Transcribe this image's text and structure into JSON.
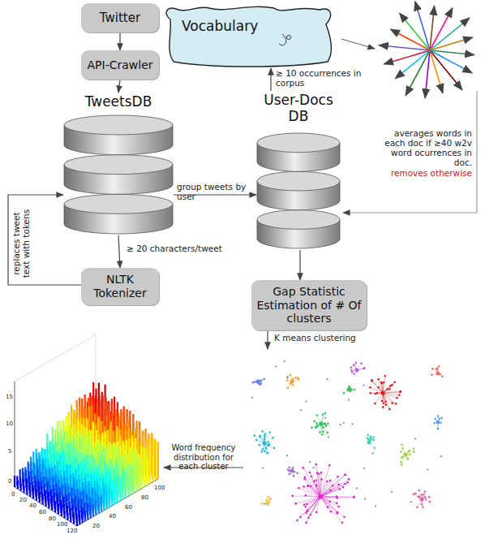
{
  "diagram": {
    "nodes": [
      {
        "text": [
          "Twitter"
        ]
      },
      {
        "text": [
          "Vocabulary"
        ]
      },
      {
        "text": [
          "API-Crawler"
        ]
      },
      {
        "text": [
          "User-Docs DB"
        ]
      },
      {
        "text": [
          "TweetsDB"
        ]
      },
      {
        "text": [
          "NLTK Tokenizer"
        ]
      },
      {
        "text": [
          "Gap Statistic Estimation of # Of clusters"
        ]
      }
    ],
    "edges": [
      {
        "from": 0,
        "to": 2,
        "arrow": "to"
      },
      {
        "from": 2,
        "to": 4,
        "arrow": "to"
      },
      {
        "from": 4,
        "to": 5,
        "label": "≥ 20 characters/tweet",
        "arrow": "to"
      },
      {
        "from": 5,
        "to": 4,
        "label": "replaces tweet text with tokens",
        "arrow": "to"
      },
      {
        "from": 4,
        "to": 3,
        "label": "group tweets by user",
        "arrow": "to"
      },
      {
        "from": 3,
        "to": 1,
        "label": "≥ 10 occurrences in corpus",
        "arrow": "to"
      },
      {
        "from": 3,
        "to": 6,
        "arrow": "to"
      }
    ],
    "labels": [
      "averages words in each doc if ≥40 w2v word ocurrences in doc.",
      "removes otherwise",
      "K means clustering",
      "Word frequency distribution for each cluster",
      "15",
      "10",
      "5",
      "0",
      "0",
      "20",
      "40",
      "60",
      "80",
      "100",
      "120",
      "20",
      "40",
      "60",
      "80",
      "100"
    ]
  }
}
